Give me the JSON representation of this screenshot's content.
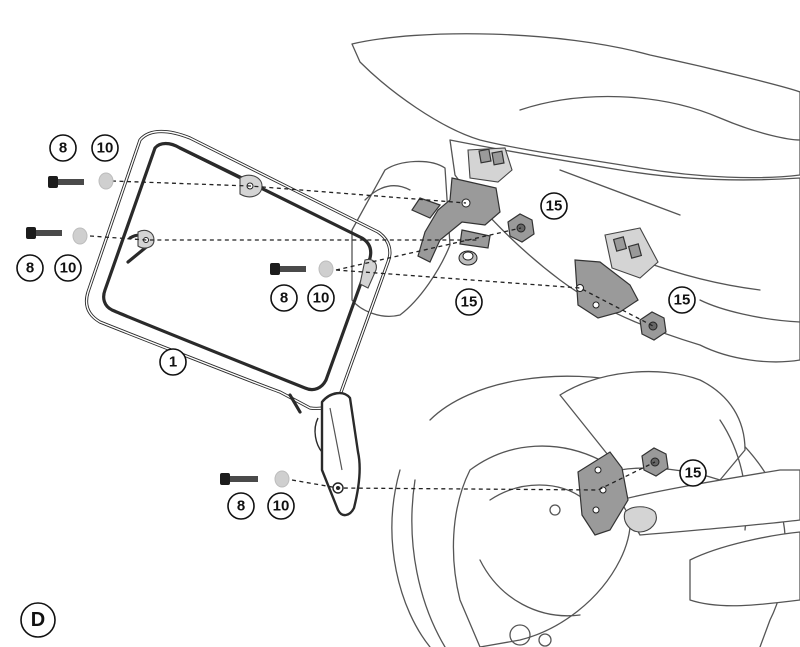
{
  "figure": {
    "panel_label": "D",
    "callouts": {
      "bolt": "8",
      "washer": "10",
      "frame": "1",
      "nut": "15"
    }
  }
}
